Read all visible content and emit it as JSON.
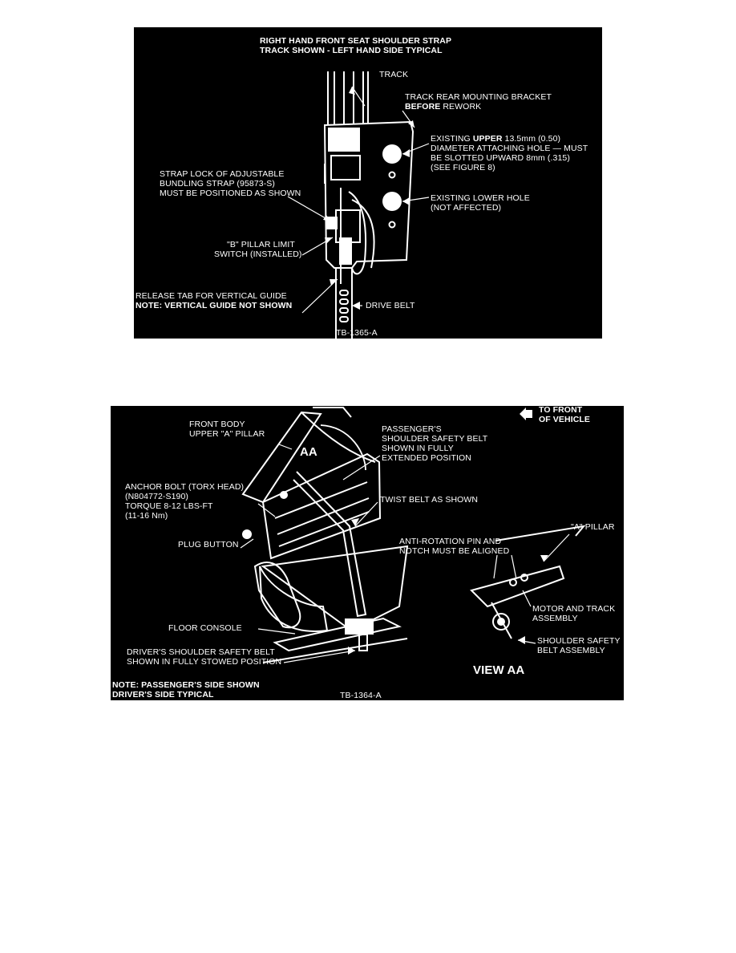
{
  "figure1": {
    "title_line1": "RIGHT HAND FRONT SEAT SHOULDER STRAP",
    "title_line2": "TRACK SHOWN - LEFT HAND SIDE TYPICAL",
    "track": "TRACK",
    "bracket_line1": "TRACK REAR MOUNTING BRACKET",
    "bracket_bold": "BEFORE",
    "bracket_rest": " REWORK",
    "upper_pre": "EXISTING ",
    "upper_bold": "UPPER",
    "upper_post": " 13.5mm (0.50)",
    "upper_line2": "DIAMETER ATTACHING HOLE — MUST",
    "upper_line3": "BE SLOTTED UPWARD 8mm (.315)",
    "upper_line4": "(SEE FIGURE 8)",
    "strap_line1": "STRAP LOCK OF ADJUSTABLE",
    "strap_line2": "BUNDLING STRAP (95873-S)",
    "strap_line3": "MUST BE POSITIONED AS SHOWN",
    "lower_line1": "EXISTING LOWER HOLE",
    "lower_line2": "(NOT AFFECTED)",
    "switch_line1": "\"B\" PILLAR LIMIT",
    "switch_line2": "SWITCH (INSTALLED)",
    "release_line1": "RELEASE TAB FOR VERTICAL GUIDE",
    "release_line2": "NOTE: VERTICAL GUIDE NOT SHOWN",
    "drive_belt": "DRIVE BELT",
    "ref": "TB-1365-A"
  },
  "figure2": {
    "front_line1": "FRONT BODY",
    "front_line2": "UPPER \"A\" PILLAR",
    "aa": "AA",
    "pass_line1": "PASSENGER'S",
    "pass_line2": "SHOULDER SAFETY BELT",
    "pass_line3": "SHOWN IN FULLY",
    "pass_line4": "EXTENDED POSITION",
    "to_front_line1": "TO FRONT",
    "to_front_line2": "OF VEHICLE",
    "anchor_line1": "ANCHOR BOLT (TORX HEAD)",
    "anchor_line2": "(N804772-S190)",
    "anchor_line3": "TORQUE 8-12 LBS-FT",
    "anchor_line4": "(11-16 Nm)",
    "twist": "TWIST BELT AS SHOWN",
    "a_pillar": "\"A\" PILLAR",
    "plug": "PLUG BUTTON",
    "anti_line1": "ANTI-ROTATION PIN AND",
    "anti_line2": "NOTCH MUST BE ALIGNED",
    "motor_line1": "MOTOR AND TRACK",
    "motor_line2": "ASSEMBLY",
    "floor": "FLOOR CONSOLE",
    "shoulder_line1": "SHOULDER SAFETY",
    "shoulder_line2": "BELT ASSEMBLY",
    "driver_line1": "DRIVER'S SHOULDER SAFETY BELT",
    "driver_line2": "SHOWN IN FULLY STOWED POSITION",
    "view_aa": "VIEW AA",
    "note_line1": "NOTE: PASSENGER'S SIDE SHOWN",
    "note_line2": "DRIVER'S SIDE TYPICAL",
    "ref": "TB-1364-A"
  }
}
